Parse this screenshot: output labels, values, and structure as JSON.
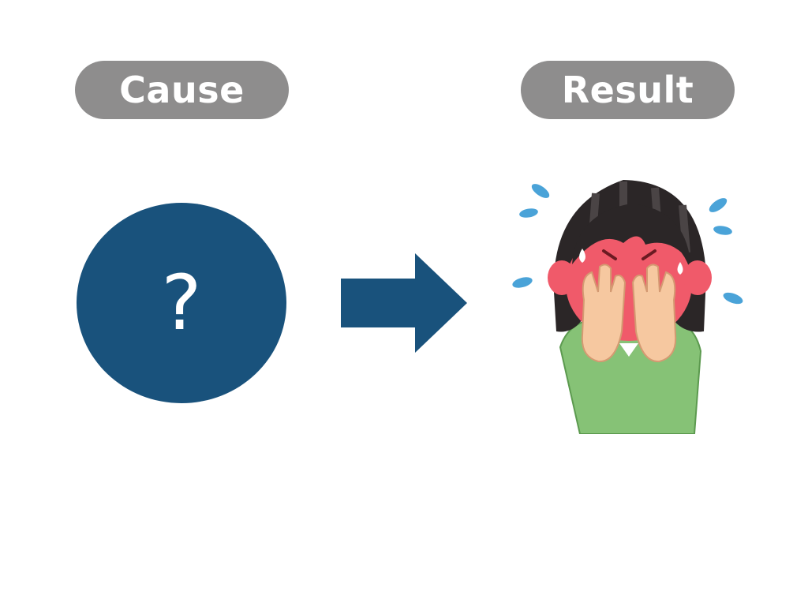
{
  "cause": {
    "label": "Cause",
    "symbol": "?"
  },
  "result": {
    "label": "Result",
    "illustration": "crying-person-covering-face"
  },
  "colors": {
    "pill_bg": "#8e8d8d",
    "pill_text": "#ffffff",
    "node_fill": "#19527c",
    "arrow_fill": "#19527c",
    "face": "#f05a6a",
    "hair": "#2b2627",
    "shirt": "#86c276",
    "hands": "#f6c8a0",
    "tears": "#4aa3d8"
  }
}
